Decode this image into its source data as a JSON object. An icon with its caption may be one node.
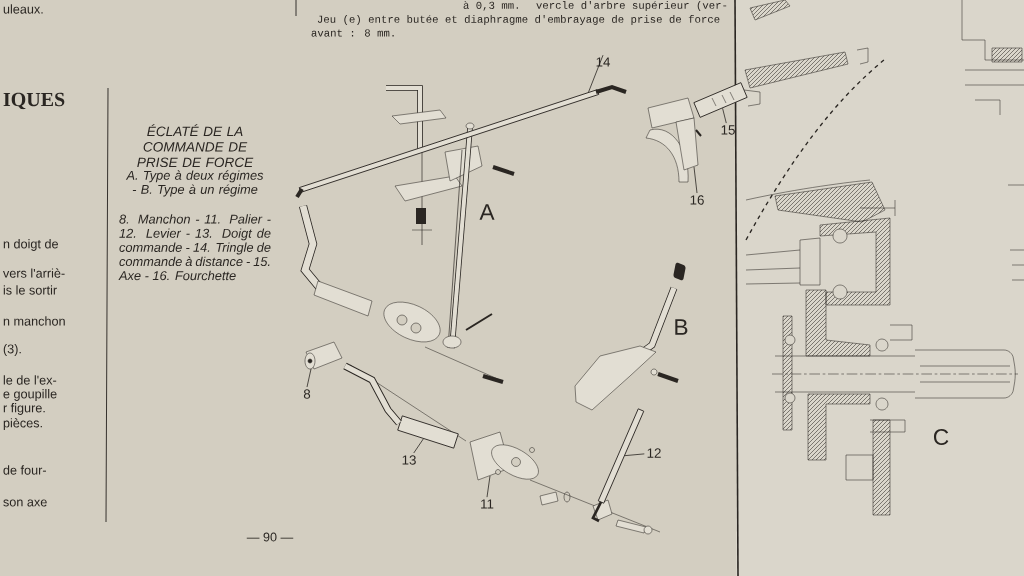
{
  "diagram": {
    "title": "ÉCLATÉ DE LA COMMANDE DE PRISE DE FORCE",
    "caption": "A. Type à deux régimes - B. Type à un régime",
    "nodes": [
      {
        "text": [
          "14"
        ]
      },
      {
        "text": [],
        "shape": "picture"
      },
      {
        "text": [
          "15"
        ]
      },
      {
        "text": [],
        "shape": "picture"
      },
      {
        "text": [
          "16"
        ]
      },
      {
        "text": [],
        "shape": "picture"
      },
      {
        "text": [
          "8"
        ]
      },
      {
        "text": [],
        "shape": "picture"
      },
      {
        "text": [
          "13"
        ]
      },
      {
        "text": [],
        "shape": "picture"
      },
      {
        "text": [
          "11"
        ]
      },
      {
        "text": [],
        "shape": "picture"
      },
      {
        "text": [
          "12"
        ]
      },
      {
        "text": [],
        "shape": "picture"
      }
    ],
    "edges": [
      {
        "from": 0,
        "to": 1,
        "arrow": "none"
      },
      {
        "from": 2,
        "to": 3,
        "arrow": "none"
      },
      {
        "from": 4,
        "to": 5,
        "arrow": "none"
      },
      {
        "from": 6,
        "to": 7,
        "arrow": "none"
      },
      {
        "from": 8,
        "to": 9,
        "arrow": "none"
      },
      {
        "from": 10,
        "to": 11,
        "arrow": "none"
      },
      {
        "from": 12,
        "to": 13,
        "arrow": "none"
      }
    ],
    "labels": [
      "à 0,3 mm.",
      "vercle d'arbre supérieur (ver-",
      "Jeu (e) entre butée et diaphragme d'embrayage de prise de force",
      "avant : 8 mm.",
      "uleaux.",
      "IQUES",
      "n doigt de",
      "vers l'arriè-",
      "is le sortir",
      "n manchon",
      "(3).",
      "le de l'ex-",
      "e goupille",
      "r figure.",
      "pièces.",
      "de four-",
      "son axe",
      "8. Manchon - 11. Palier - 12. Levier - 13. Doigt de commande - 14. Tringle de commande à distance - 15. Axe - 16. Fourchette",
      "A",
      "B",
      "C",
      "— 90 —"
    ]
  }
}
